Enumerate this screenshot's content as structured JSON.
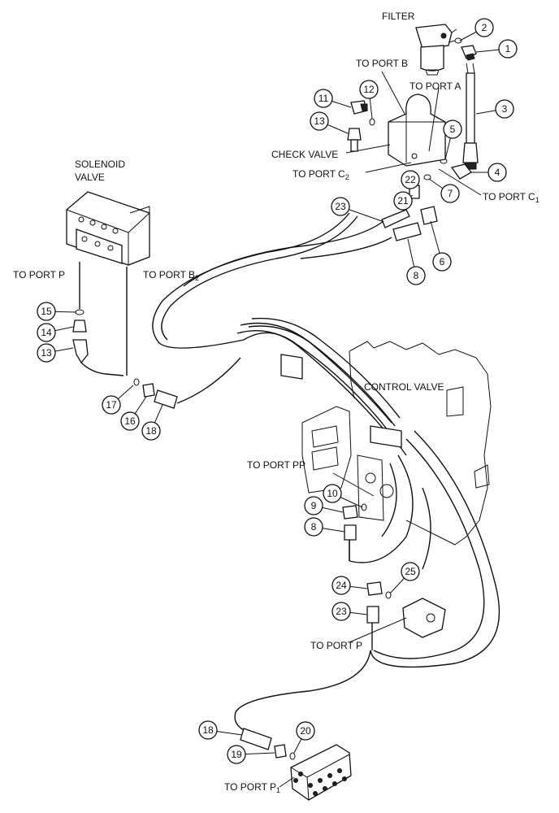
{
  "labels": {
    "filter": "FILTER",
    "to_port_b": "TO PORT B",
    "to_port_a": "TO PORT A",
    "check_valve": "CHECK VALVE",
    "to_port_c2": "TO PORT C2",
    "to_port_c1": "TO PORT C1",
    "solenoid_valve_line1": "SOLENOID",
    "solenoid_valve_line2": "VALVE",
    "to_port_p_left": "TO PORT P",
    "to_port_b2": "TO PORT B2",
    "control_valve": "CONTROL VALVE",
    "to_port_pp": "TO PORT PP",
    "to_port_p_lower": "TO PORT P",
    "to_port_p1": "TO PORT P1"
  },
  "callouts": [
    "1",
    "2",
    "3",
    "4",
    "5",
    "6",
    "7",
    "8",
    "11",
    "12",
    "13",
    "21",
    "22",
    "23",
    "15",
    "14",
    "13",
    "17",
    "16",
    "18",
    "10",
    "9",
    "8",
    "25",
    "24",
    "23",
    "18",
    "19",
    "20"
  ]
}
